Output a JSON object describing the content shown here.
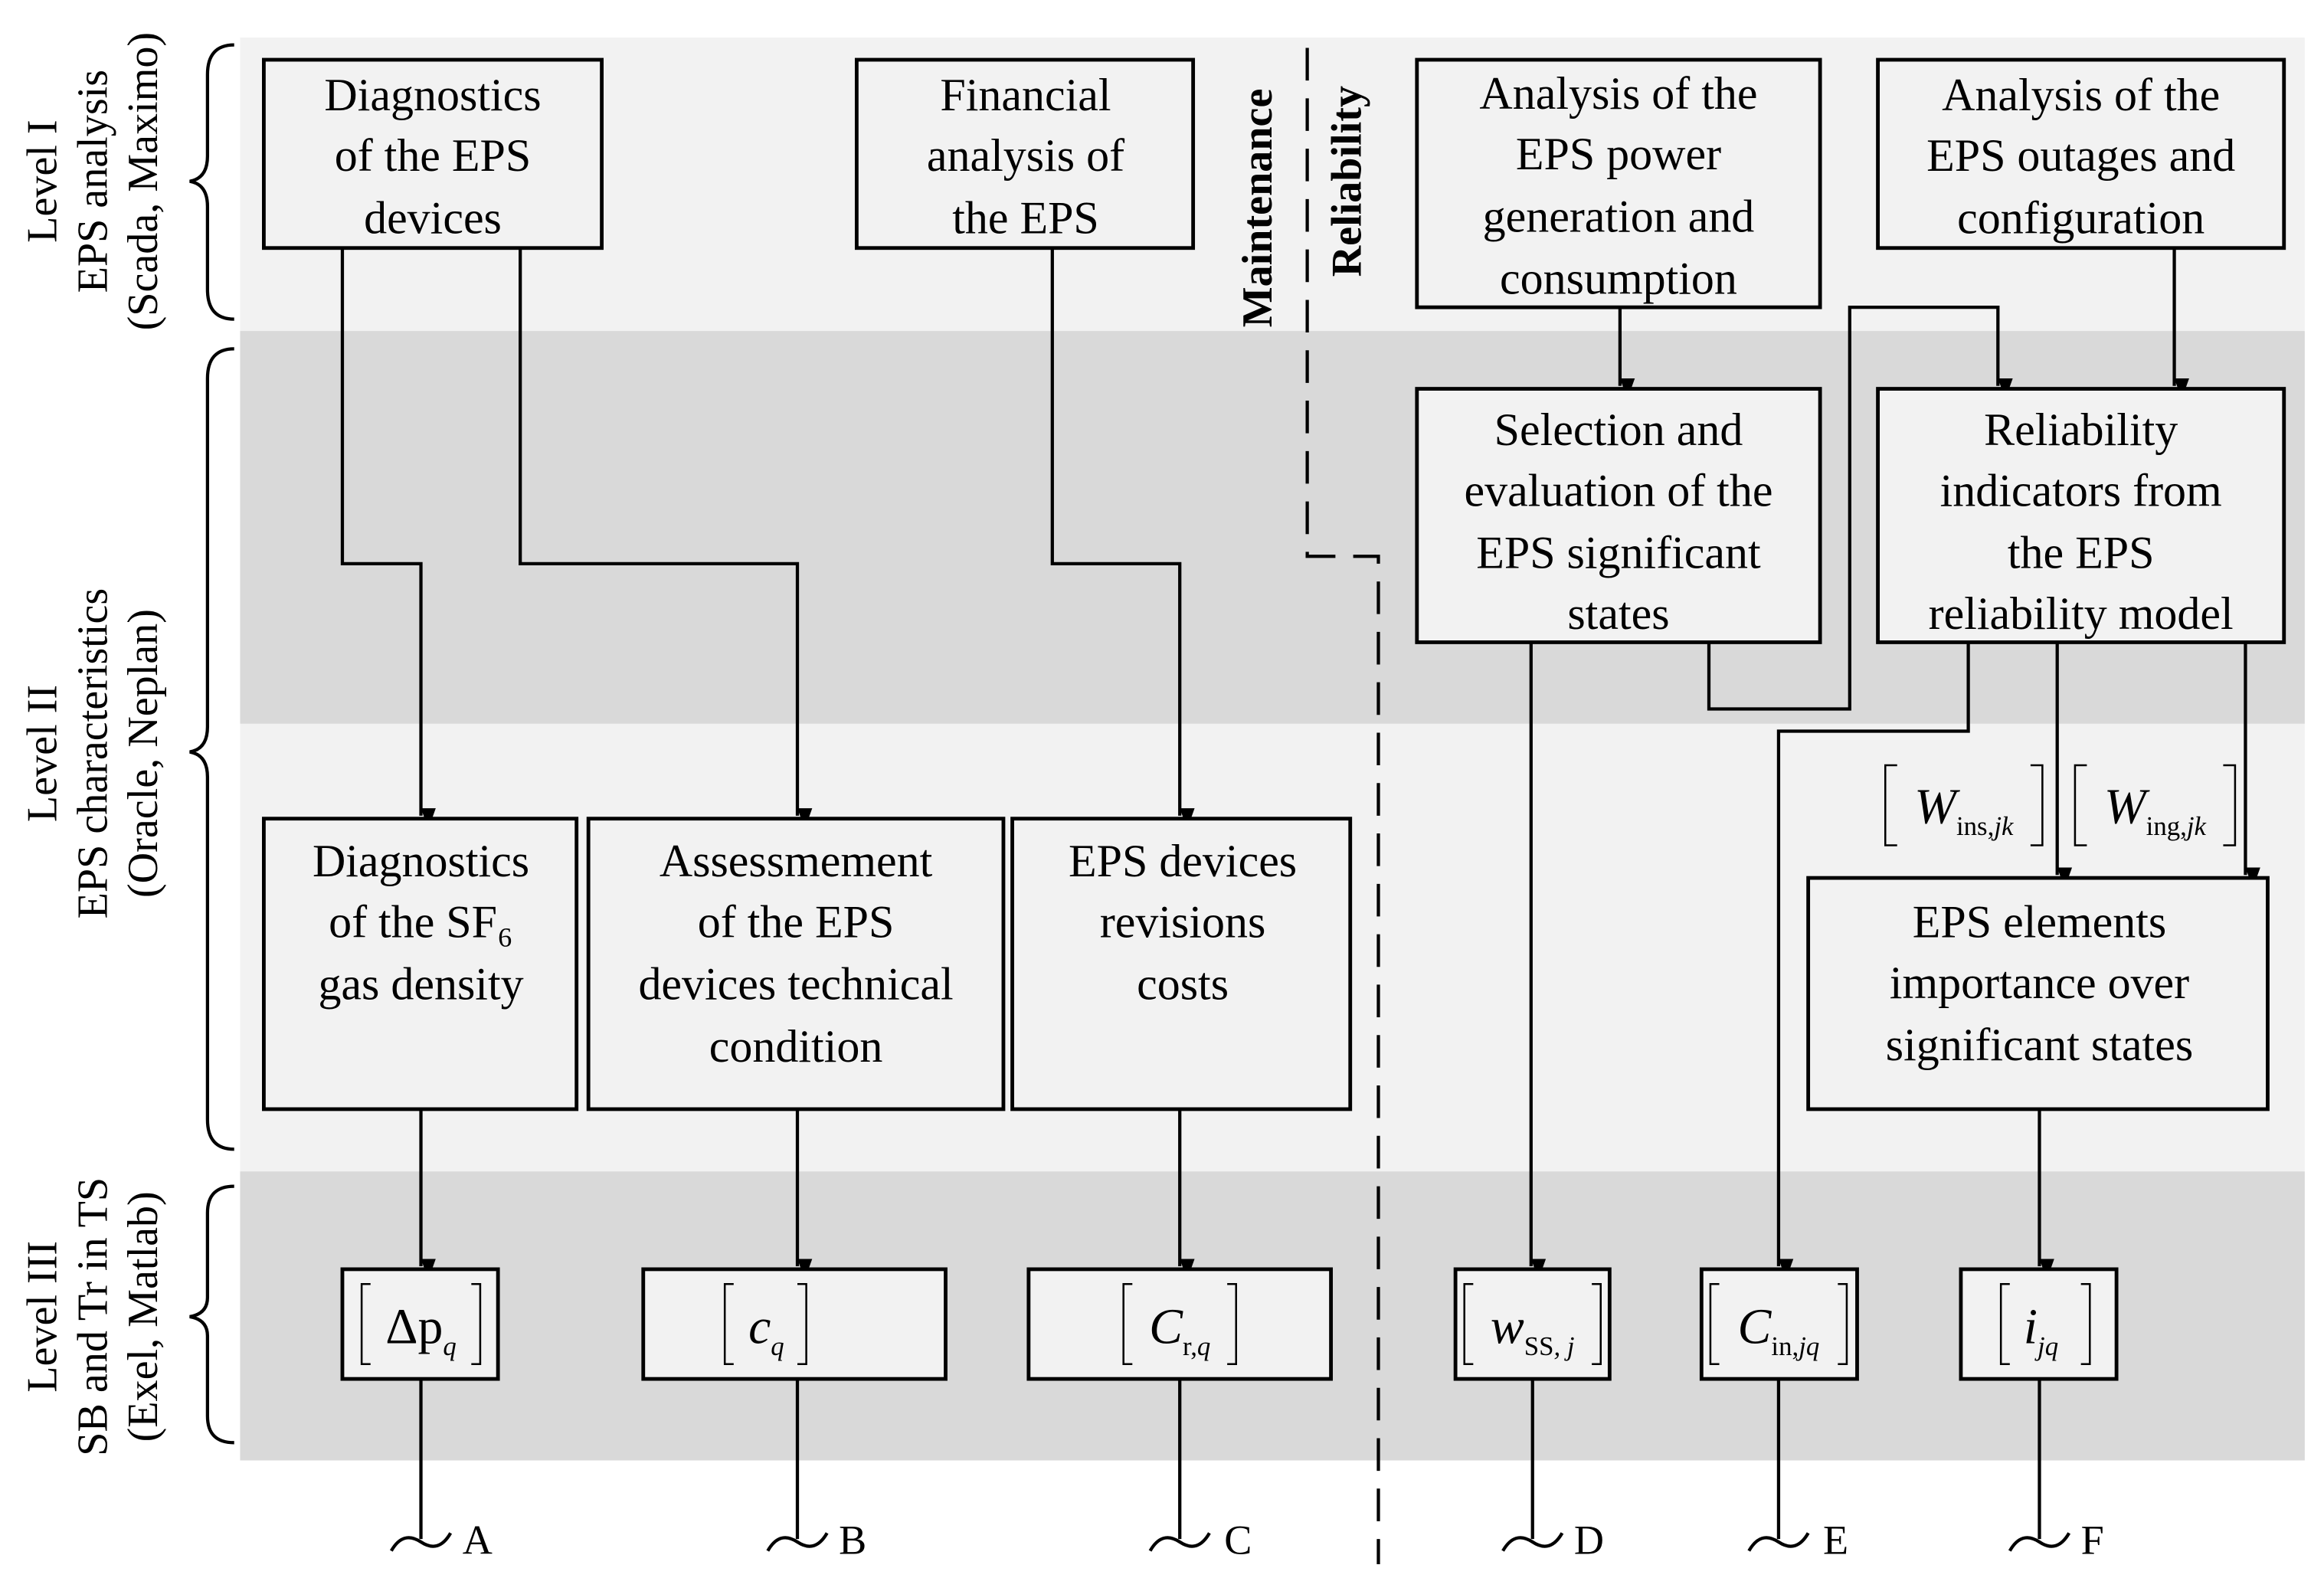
{
  "levels": [
    {
      "title": "Level I",
      "line2": "EPS analysis",
      "line3": "(Scada, Maximo)"
    },
    {
      "title": "Level II",
      "line2": "EPS characteristics",
      "line3": "(Oracle, Neplan)"
    },
    {
      "title": "Level III",
      "line2": "SB and Tr in TS",
      "line3": "(Exel, Matlab)"
    }
  ],
  "sections": {
    "left": "Maintenance",
    "right": "Reliability"
  },
  "boxes": {
    "diag_devices": [
      "Diagnostics",
      "of the EPS",
      "devices"
    ],
    "financial": [
      "Financial",
      "analysis of",
      "the  EPS"
    ],
    "power_gen": [
      "Analysis of the",
      "EPS power",
      "generation and",
      "consumption"
    ],
    "outages": [
      "Analysis of the",
      "EPS outages and",
      "configuration"
    ],
    "selection": [
      "Selection and",
      "evaluation of the",
      "EPS significant",
      "states"
    ],
    "reliability": [
      "Reliability",
      "indicators from",
      "the EPS",
      "reliability model"
    ],
    "sf6": [
      "Diagnostics",
      "of the SF₆",
      "gas density"
    ],
    "assessment": [
      "Assessmement",
      "of the EPS",
      "devices technical",
      "condition"
    ],
    "revisions": [
      "EPS devices",
      "revisions",
      "costs"
    ],
    "importance": [
      "EPS elements",
      "importance over",
      "significant states"
    ]
  },
  "matrices": {
    "dp": {
      "main": "Δp",
      "sub": "q"
    },
    "c": {
      "main": "c",
      "sub": "q"
    },
    "cr": {
      "main": "C",
      "sub_up": "r,",
      "sub": "q"
    },
    "wss": {
      "main": "w",
      "sub_up": "SS",
      "sub": ", j"
    },
    "cin": {
      "main": "C",
      "sub_up": "in,",
      "sub": "jq"
    },
    "i": {
      "main": "i",
      "sub": "jq"
    },
    "wins": {
      "main": "W",
      "sub_up": "ins,",
      "sub": "jk"
    },
    "wing": {
      "main": "W",
      "sub_up": "ing,",
      "sub": "jk"
    }
  },
  "outputs": [
    "A",
    "B",
    "C",
    "D",
    "E",
    "F"
  ],
  "colors": {
    "band_light": "#f2f2f2",
    "band_dark": "#d9d9d9"
  }
}
